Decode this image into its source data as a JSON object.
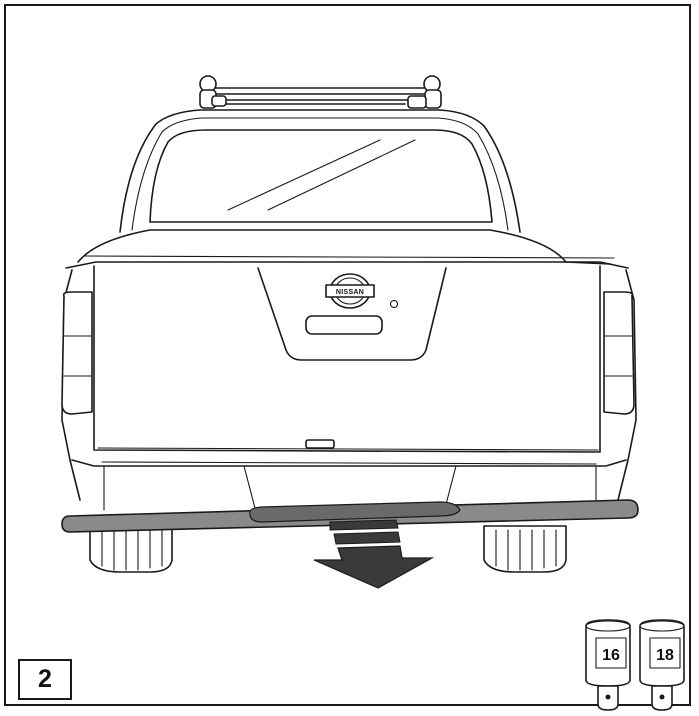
{
  "step": {
    "number": "2"
  },
  "vehicle": {
    "badge_text": "NISSAN"
  },
  "tools": [
    {
      "name": "socket-16",
      "size": "16"
    },
    {
      "name": "socket-18",
      "size": "18"
    }
  ],
  "colors": {
    "highlight_bar": "#8a8a8a",
    "arrow_dark": "#3a3a3a",
    "line": "#1a1a1a"
  }
}
